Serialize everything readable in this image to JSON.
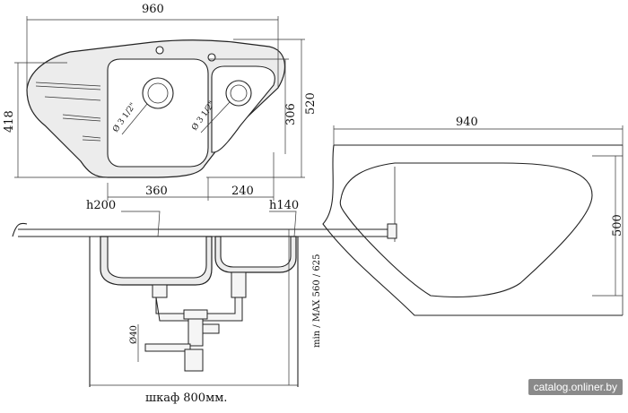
{
  "dimensions": {
    "top_width": "960",
    "left_height": "418",
    "right_height": "520",
    "bowl_height": "306",
    "bowl_left_width": "360",
    "bowl_right_width": "240",
    "cabinet_width": "940",
    "cabinet_depth": "500"
  },
  "labels": {
    "drain_left": "Ø 3 1/2\"",
    "drain_right": "Ø 3 1/2\"",
    "depth_left": "h200",
    "depth_right": "h140",
    "pipe_diameter": "Ø40",
    "minmax": "min / MAX  560 / 625",
    "cabinet": "шкаф 800мм."
  },
  "watermark": "catalog.onliner.by",
  "colors": {
    "line": "#222222",
    "body_fill": "#ececec",
    "watermark_bg": "#8a8a8a"
  }
}
